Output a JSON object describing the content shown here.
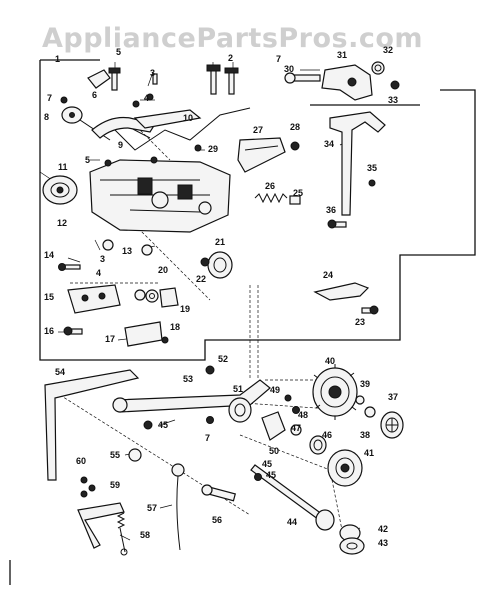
{
  "watermark": "AppliancePartsPros.com",
  "labels": [
    "1",
    "2",
    "3",
    "4",
    "5",
    "6",
    "7",
    "8",
    "9",
    "10",
    "11",
    "12",
    "13",
    "14",
    "15",
    "16",
    "17",
    "18",
    "19",
    "20",
    "21",
    "22",
    "23",
    "24",
    "25",
    "26",
    "27",
    "28",
    "29",
    "30",
    "31",
    "32",
    "33",
    "34",
    "35",
    "36",
    "37",
    "38",
    "39",
    "40",
    "41",
    "42",
    "43",
    "44",
    "45",
    "46",
    "47",
    "48",
    "49",
    "50",
    "51",
    "52",
    "53",
    "54",
    "55",
    "56",
    "57",
    "58",
    "59",
    "60"
  ],
  "extra_labels": [
    "3",
    "4",
    "5",
    "7",
    "7",
    "45",
    "45"
  ]
}
